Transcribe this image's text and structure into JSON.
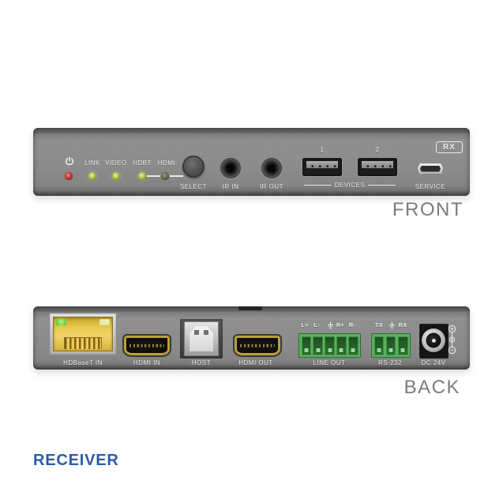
{
  "device": {
    "front": {
      "caption": "FRONT",
      "rx_badge": "RX",
      "indicators": [
        {
          "label": "LINK",
          "color": "#a8c83a"
        },
        {
          "label": "VIDEO",
          "color": "#a8c83a"
        },
        {
          "label": "HDBT",
          "color": "#a8c83a"
        },
        {
          "label": "HDMI",
          "color": "#5f6e48"
        }
      ],
      "power_led_color": "#c03a2b",
      "select_label": "SELECT",
      "ir_in_label": "IR IN",
      "ir_out_label": "IR OUT",
      "usb_port_1": "1",
      "usb_port_2": "2",
      "devices_label": "DEVICES",
      "service_label": "SERVICE"
    },
    "back": {
      "caption": "BACK",
      "hdbaset_label": "HDBaseT IN",
      "hdmi_in_label": "HDMI IN",
      "host_label": "HOST",
      "hdmi_out_label": "HDMI OUT",
      "line_out": {
        "label": "LINE OUT",
        "pin_lplus": "L+",
        "pin_lminus": "L-",
        "pin_gnd": "⏚",
        "pin_rplus": "R+",
        "pin_rminus": "R-"
      },
      "rs232": {
        "label": "RS-232",
        "pin_tx": "TX",
        "pin_gnd": "⏚",
        "pin_rx": "RX"
      },
      "dc_label": "DC 24V"
    },
    "footer_title": "RECEIVER",
    "colors": {
      "panel_gray": "#8b8b8b",
      "led_red": "#c03a2b",
      "led_green": "#a8c83a",
      "terminal_green": "#57b25b",
      "hdmi_gold": "#bd9f39",
      "rj45_yellow": "#e9c84e",
      "caption_gray": "#7c7c7c",
      "receiver_blue": "#2b5ba7"
    }
  }
}
